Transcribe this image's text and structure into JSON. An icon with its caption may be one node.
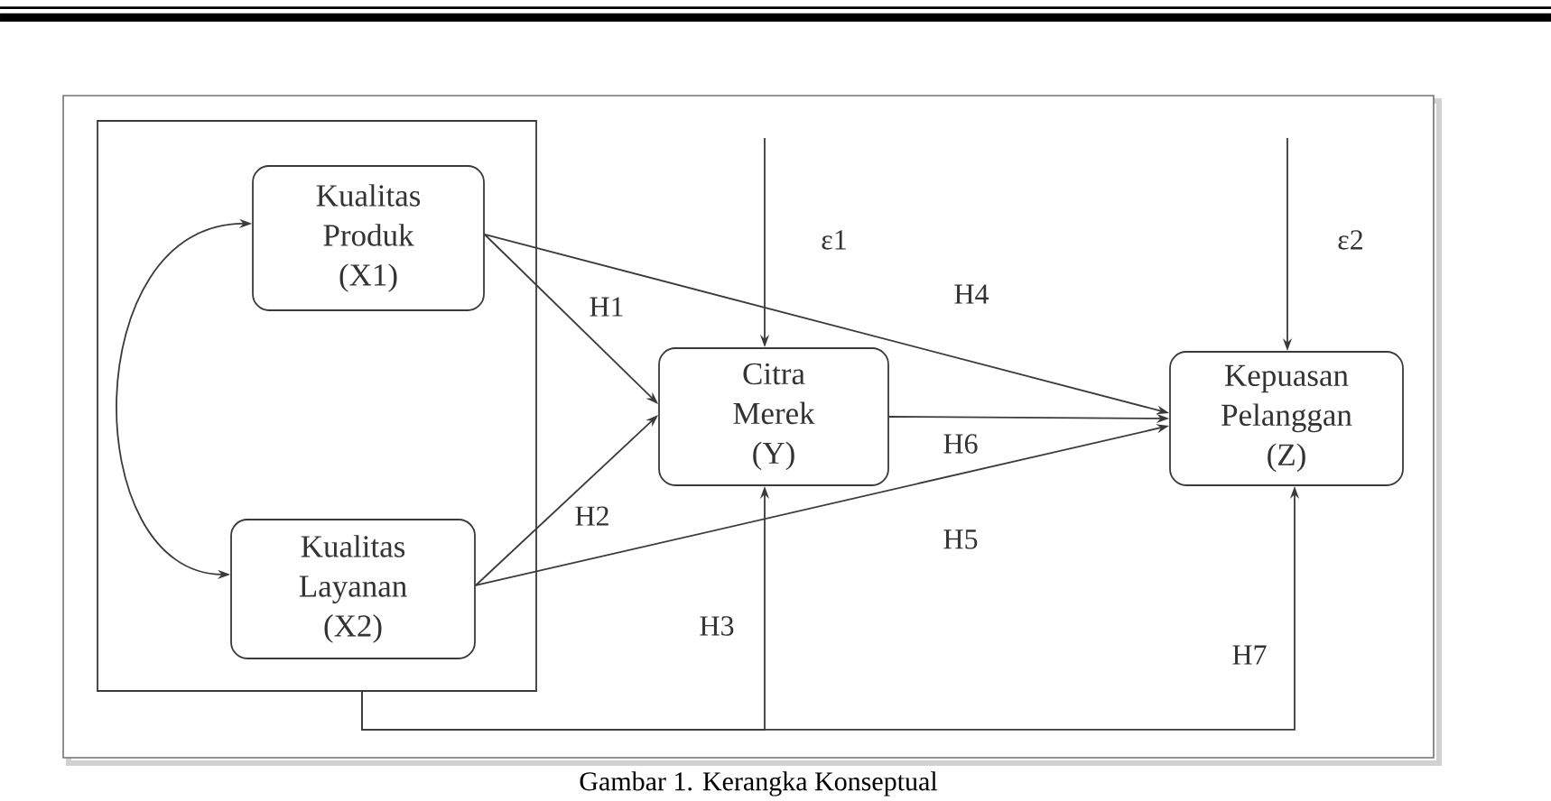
{
  "diagram": {
    "caption": "Gambar 1. Kerangka Konseptual",
    "nodes": [
      {
        "text": [],
        "shape": "box"
      },
      {
        "text": [
          "Kualitas Produk (X1)"
        ],
        "in": 0
      },
      {
        "text": [
          "Kualitas Layanan (X2)"
        ],
        "in": 0
      },
      {
        "text": [
          "Citra Merek (Y)"
        ]
      },
      {
        "text": [
          "Kepuasan Pelanggan (Z)"
        ]
      }
    ],
    "edges": [
      {
        "from": 1,
        "to": 2,
        "arrow": "both"
      },
      {
        "from": 1,
        "to": 3,
        "arrow": "to",
        "label": "H1"
      },
      {
        "from": 2,
        "to": 3,
        "arrow": "to",
        "label": "H2"
      },
      {
        "from": 0,
        "to": 3,
        "arrow": "to",
        "label": "H3"
      },
      {
        "from": 1,
        "to": 4,
        "arrow": "to",
        "label": "H4"
      },
      {
        "from": 2,
        "to": 4,
        "arrow": "to",
        "label": "H5"
      },
      {
        "from": 3,
        "to": 4,
        "arrow": "to",
        "label": "H6"
      },
      {
        "from": 0,
        "to": 4,
        "arrow": "to",
        "label": "H7"
      },
      {
        "from": null,
        "to": 3,
        "arrow": "to",
        "label": "ε1"
      },
      {
        "from": null,
        "to": 4,
        "arrow": "to",
        "label": "ε2"
      }
    ]
  }
}
